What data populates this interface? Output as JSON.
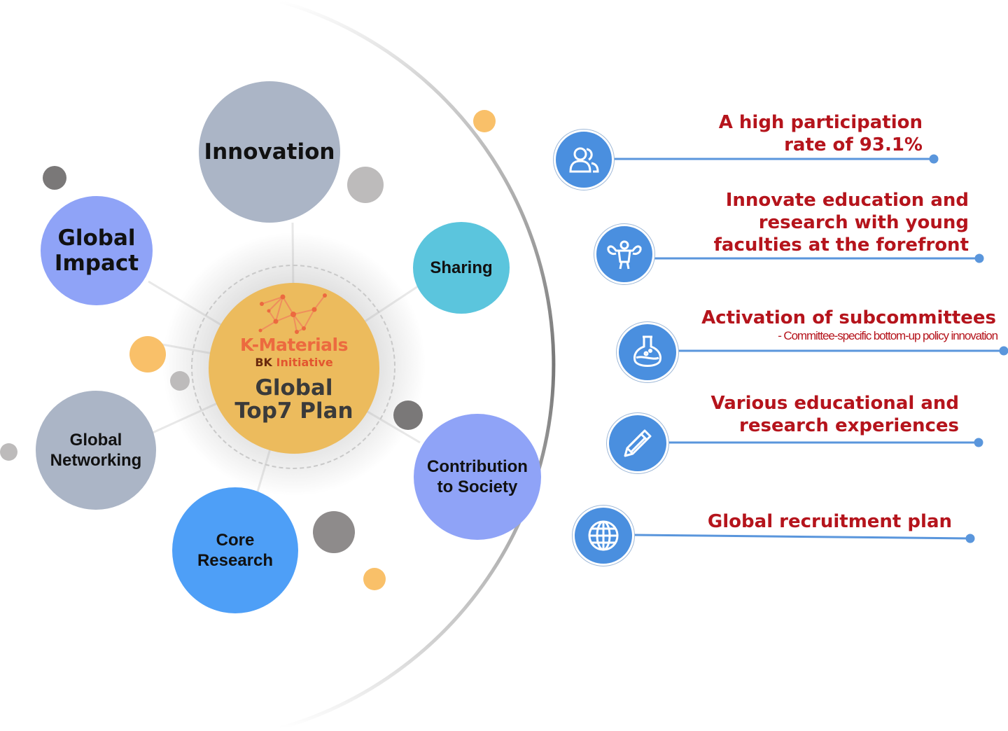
{
  "center": {
    "brand": "K-Materials",
    "subbrand_prefix": "BK ",
    "subbrand_accent": "Initiative",
    "title_line1": "Global",
    "title_line2": "Top7 Plan"
  },
  "bubbles": {
    "innovation": "Innovation",
    "global_impact_1": "Global",
    "global_impact_2": "Impact",
    "sharing": "Sharing",
    "global_networking_1": "Global",
    "global_networking_2": "Networking",
    "core_research_1": "Core",
    "core_research_2": "Research",
    "contribution_1": "Contribution",
    "contribution_2": "to Society"
  },
  "items": [
    {
      "icon": "people-icon",
      "line1": "A high participation",
      "line2": "rate of 93.1%"
    },
    {
      "icon": "muscle-icon",
      "line1": "Innovate education and",
      "line2": "research with young",
      "line3": "faculties at the forefront"
    },
    {
      "icon": "flask-icon",
      "line1": "Activation of subcommittees",
      "sub": "- Committee-specific bottom-up policy innovation"
    },
    {
      "icon": "pencil-icon",
      "line1": "Various educational and",
      "line2": "research experiences"
    },
    {
      "icon": "globe-icon",
      "line1": "Global recruitment plan"
    }
  ],
  "colors": {
    "center": "#ecbb5d",
    "gray_bubble": "#abb5c6",
    "periwinkle": "#8fa3f7",
    "cyan": "#5bc5dd",
    "blue": "#4e9ff7",
    "icon_circle": "#4a8fdf",
    "text_red": "#b5141c"
  }
}
